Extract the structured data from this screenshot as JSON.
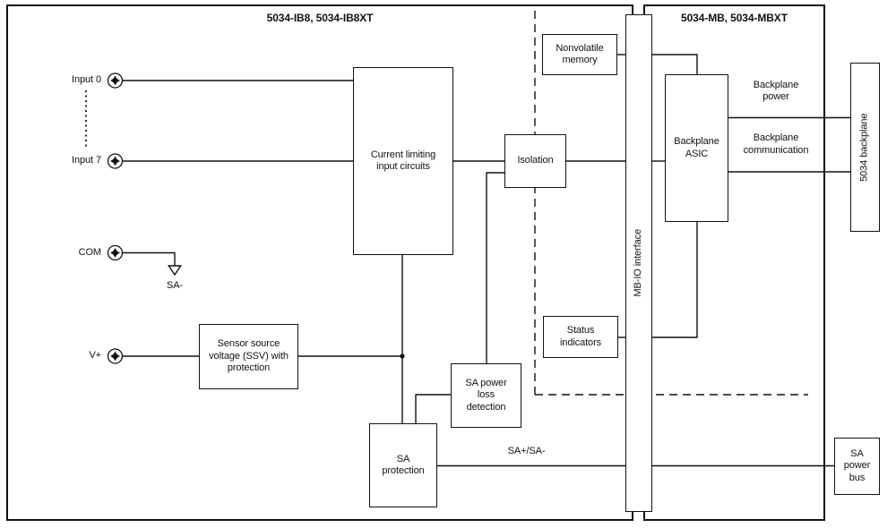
{
  "modules": {
    "left": {
      "title": "5034-IB8, 5034-IB8XT"
    },
    "right": {
      "title": "5034-MB, 5034-MBXT"
    }
  },
  "terminals": {
    "input0": "Input 0",
    "input7": "Input 7",
    "com": "COM",
    "vplus": "V+"
  },
  "blocks": {
    "current_limiting": {
      "lines": [
        "Current limiting",
        "input circuits"
      ]
    },
    "isolation": {
      "lines": [
        "Isolation"
      ]
    },
    "nonvolatile_memory": {
      "lines": [
        "Nonvolatile",
        "memory"
      ]
    },
    "status_indicators": {
      "lines": [
        "Status",
        "indicators"
      ]
    },
    "ssv": {
      "lines": [
        "Sensor source",
        "voltage (SSV) with",
        "protection"
      ]
    },
    "sa_power_loss": {
      "lines": [
        "SA power",
        "loss",
        "detection"
      ]
    },
    "sa_protection": {
      "lines": [
        "SA",
        "protection"
      ]
    },
    "backplane_asic": {
      "lines": [
        "Backplane",
        "ASIC"
      ]
    },
    "mb_io_interface": {
      "label": "MB-IO interface"
    },
    "backplane_5034": {
      "label": "5034 backplane"
    },
    "sa_power_bus": {
      "lines": [
        "SA",
        "power",
        "bus"
      ]
    }
  },
  "wire_labels": {
    "backplane_power": {
      "lines": [
        "Backplane",
        "power"
      ]
    },
    "backplane_communication": {
      "lines": [
        "Backplane",
        "communication"
      ]
    },
    "sa_bus": "SA+/SA-",
    "sa_minus": "SA-"
  },
  "colors": {
    "line": "#111111",
    "text": "#111111",
    "background": "#ffffff"
  }
}
